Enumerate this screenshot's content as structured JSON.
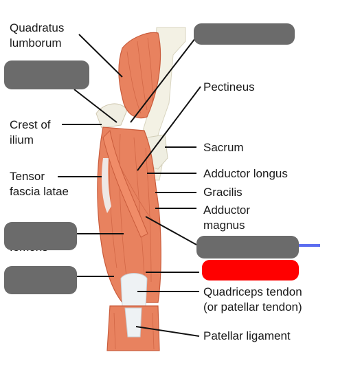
{
  "labels": {
    "quadratus_line1": "Quadratus",
    "quadratus_line2": "lumborum",
    "crest_line1": "Crest of",
    "crest_line2": "ilium",
    "tensor_line1": "Tensor",
    "tensor_line2": "fascia latae",
    "pectineus": "Pectineus",
    "sacrum": "Sacrum",
    "adductor_longus": "Adductor longus",
    "gracilis": "Gracilis",
    "adductor_magnus_line1": "Adductor",
    "adductor_magnus_line2": "magnus",
    "quadriceps_line1": "Quadriceps tendon",
    "quadriceps_line2": "(or patellar tendon)",
    "patellar_ligament": "Patellar ligament",
    "femoris_fragment": "femoris"
  },
  "colors": {
    "muscle": "#e8825f",
    "muscle_dark": "#c95c3c",
    "tendon": "#eef2f4",
    "bone": "#f3f1e4",
    "answer_box": "#6b6b6b",
    "highlight_box": "#ff0000",
    "accent_line": "#5b6cf0",
    "leader_line": "#111111"
  }
}
